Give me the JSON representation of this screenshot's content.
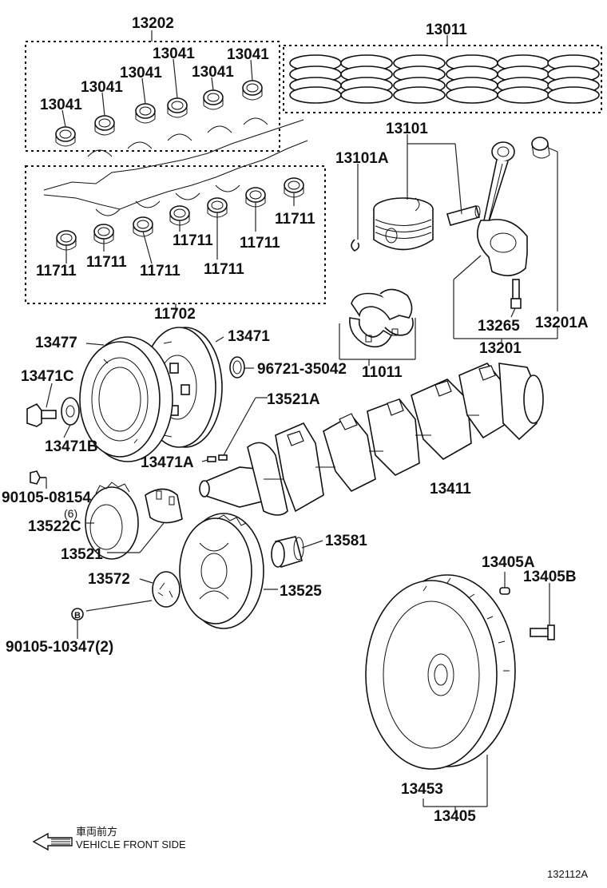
{
  "labels": {
    "l13202": "13202",
    "l13011": "13011",
    "l13041a": "13041",
    "l13041b": "13041",
    "l13041c": "13041",
    "l13041d": "13041",
    "l13041e": "13041",
    "l13041f": "13041",
    "l13101": "13101",
    "l13101A": "13101A",
    "l11711a": "11711",
    "l11711b": "11711",
    "l11711c": "11711",
    "l11711d": "11711",
    "l11711e": "11711",
    "l11711f": "11711",
    "l11711g": "11711",
    "l11702": "11702",
    "l13477": "13477",
    "l13471": "13471",
    "l96721": "96721-35042",
    "l11011": "11011",
    "l13265": "13265",
    "l13201A": "13201A",
    "l13201": "13201",
    "l13471C": "13471C",
    "l13521A": "13521A",
    "l13471B": "13471B",
    "l13471A": "13471A",
    "l13411": "13411",
    "l90105_08154": "90105-08154",
    "l6": "(6)",
    "l13522C": "13522C",
    "l13521": "13521",
    "l13581": "13581",
    "l13572": "13572",
    "l13525": "13525",
    "l13405A": "13405A",
    "l13405B": "13405B",
    "l90105_10347": "90105-10347(2)",
    "l13453": "13453",
    "l13405": "13405",
    "bolt_symbol": "B"
  },
  "legend": {
    "japanese": "車両前方",
    "english": "VEHICLE FRONT SIDE"
  },
  "figure_code": "132112A"
}
